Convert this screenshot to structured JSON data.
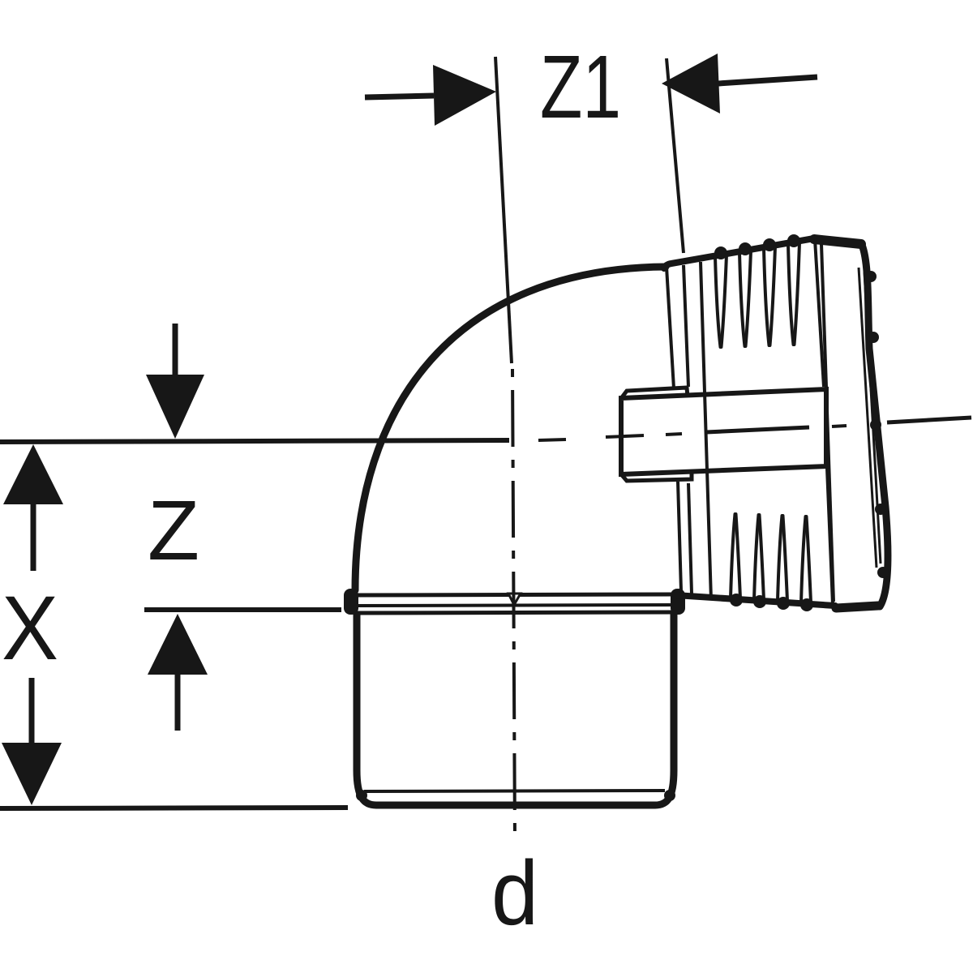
{
  "drawing": {
    "labels": {
      "z1": "Z1",
      "z": "Z",
      "x": "X",
      "d": "d"
    },
    "colors": {
      "ink": "#171717",
      "background": "#ffffff"
    }
  }
}
